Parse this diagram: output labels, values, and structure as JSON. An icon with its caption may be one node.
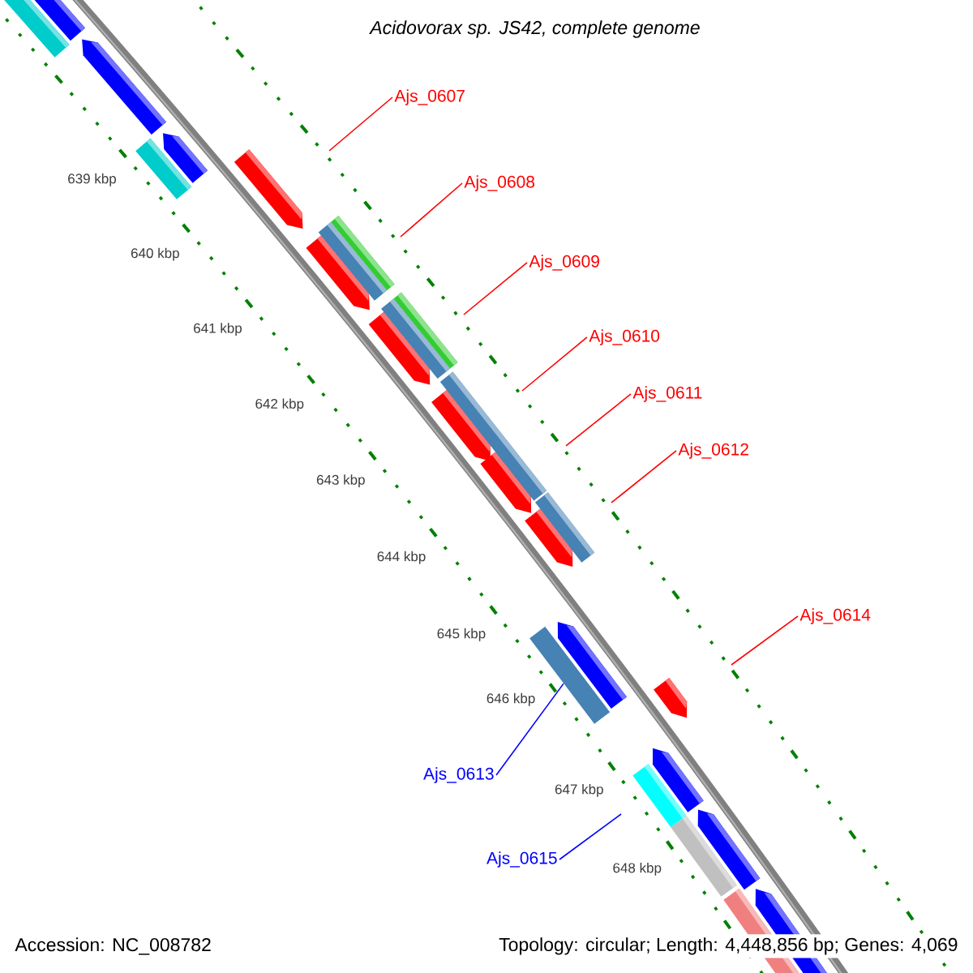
{
  "diagram": {
    "title": "Acidovorax sp. JS42, complete genome",
    "nodes": [
      {
        "text": [
          "Ajs_0607"
        ]
      },
      {
        "text": [
          "Ajs_0608"
        ]
      },
      {
        "text": [
          "Ajs_0609"
        ]
      },
      {
        "text": [
          "Ajs_0610"
        ]
      },
      {
        "text": [
          "Ajs_0611"
        ]
      },
      {
        "text": [
          "Ajs_0612"
        ]
      },
      {
        "text": [
          "Ajs_0614"
        ]
      },
      {
        "text": [
          "Ajs_0613"
        ]
      },
      {
        "text": [
          "Ajs_0615"
        ]
      },
      {
        "text": [],
        "shape": "bar"
      }
    ],
    "edges": [
      {
        "from": 0,
        "to": null,
        "arrow": "none"
      },
      {
        "from": 1,
        "to": null,
        "arrow": "none"
      },
      {
        "from": 2,
        "to": null,
        "arrow": "none"
      },
      {
        "from": 3,
        "to": null,
        "arrow": "none"
      },
      {
        "from": 4,
        "to": null,
        "arrow": "none"
      },
      {
        "from": 5,
        "to": null,
        "arrow": "none"
      },
      {
        "from": 6,
        "to": null,
        "arrow": "none"
      },
      {
        "from": 7,
        "to": 9,
        "arrow": "none",
        "color": "#0000ff"
      },
      {
        "from": 8,
        "to": null,
        "arrow": "none",
        "color": "#0000ff"
      }
    ],
    "labels": [
      "639 kbp",
      "640 kbp",
      "641 kbp",
      "642 kbp",
      "643 kbp",
      "644 kbp",
      "645 kbp",
      "646 kbp",
      "647 kbp",
      "648 kbp",
      "Accession: NC_008782",
      "Topology: circular; Length: 4,448,856 bp; Genes: 4,069"
    ]
  }
}
